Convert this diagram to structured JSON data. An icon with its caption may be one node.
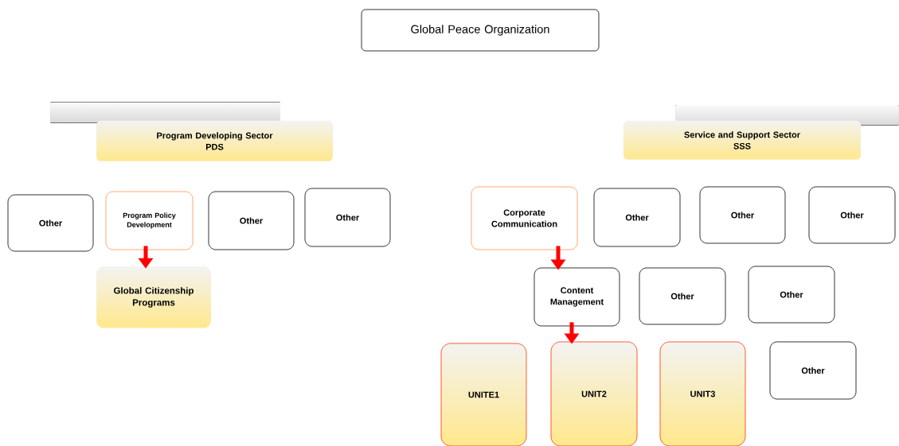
{
  "diagram": {
    "nodes": [
      {
        "text": [
          "Global Peace Organization"
        ]
      },
      {
        "text": [
          "Program Developing Sector",
          "PDS"
        ]
      },
      {
        "text": [
          "Service and Support Sector",
          "SSS"
        ]
      },
      {
        "text": [
          "Other"
        ]
      },
      {
        "text": [
          "Program Policy Development"
        ]
      },
      {
        "text": [
          "Other"
        ]
      },
      {
        "text": [
          "Other"
        ]
      },
      {
        "text": [
          "Corporate Communication"
        ]
      },
      {
        "text": [
          "Other"
        ]
      },
      {
        "text": [
          "Other"
        ]
      },
      {
        "text": [
          "Other"
        ]
      },
      {
        "text": [
          "Global Citizenship Programs"
        ]
      },
      {
        "text": [
          "Content Management"
        ]
      },
      {
        "text": [
          "Other"
        ]
      },
      {
        "text": [
          "Other"
        ]
      },
      {
        "text": [
          "UNITE1"
        ]
      },
      {
        "text": [
          "UNIT2"
        ]
      },
      {
        "text": [
          "UNIT3"
        ]
      },
      {
        "text": [
          "Other"
        ]
      }
    ],
    "edges": [
      {
        "from": 4,
        "to": 11,
        "arrow": "to"
      },
      {
        "from": 7,
        "to": 12,
        "arrow": "to"
      },
      {
        "from": 12,
        "to": 16,
        "arrow": "to"
      }
    ]
  }
}
